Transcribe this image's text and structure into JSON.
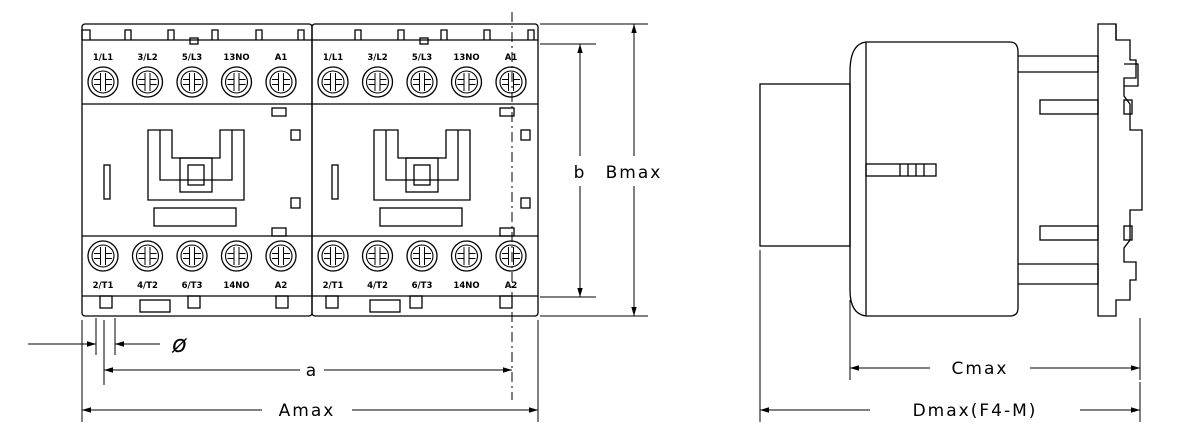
{
  "front_view": {
    "modules": [
      {
        "top_terminals": [
          "1/L1",
          "3/L2",
          "5/L3",
          "13NO",
          "A1"
        ],
        "bottom_terminals": [
          "2/T1",
          "4/T2",
          "6/T3",
          "14NO",
          "A2"
        ]
      },
      {
        "top_terminals": [
          "1/L1",
          "3/L2",
          "5/L3",
          "13NO",
          "A1"
        ],
        "bottom_terminals": [
          "2/T1",
          "4/T2",
          "6/T3",
          "14NO",
          "A2"
        ]
      }
    ]
  },
  "dimensions": {
    "amax": "Amax",
    "a": "a",
    "b": "b",
    "bmax": "Bmax",
    "diameter": "ø",
    "cmax": "Cmax",
    "dmax": "Dmax(F4-M)"
  }
}
